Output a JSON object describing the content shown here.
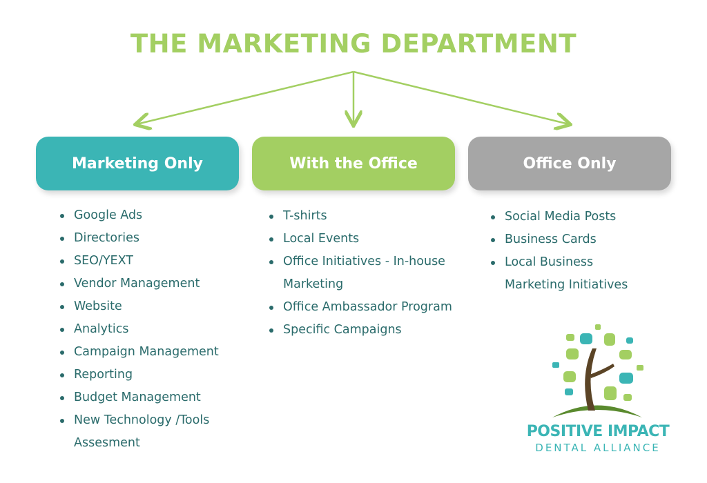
{
  "title": "THE MARKETING DEPARTMENT",
  "colors": {
    "title": "#a3cf62",
    "marketing": "#3bb5b5",
    "office_with": "#a3cf62",
    "office_only": "#a6a6a6",
    "text": "#2a6b6b"
  },
  "columns": [
    {
      "label": "Marketing Only",
      "items": [
        "Google Ads",
        "Directories",
        "SEO/YEXT",
        "Vendor Management",
        "Website",
        "Analytics",
        "Campaign Management",
        "Reporting",
        "Budget Management",
        "New Technology /Tools Assesment"
      ]
    },
    {
      "label": "With the Office",
      "items": [
        "T-shirts",
        "Local Events",
        "Office Initiatives - In-house Marketing",
        "Office Ambassador Program",
        "Specific Campaigns"
      ]
    },
    {
      "label": "Office Only",
      "items": [
        "Social Media Posts",
        "Business Cards",
        "Local Business Marketing Initiatives"
      ]
    }
  ],
  "logo": {
    "name": "POSITIVE IMPACT",
    "subtitle": "DENTAL ALLIANCE"
  }
}
